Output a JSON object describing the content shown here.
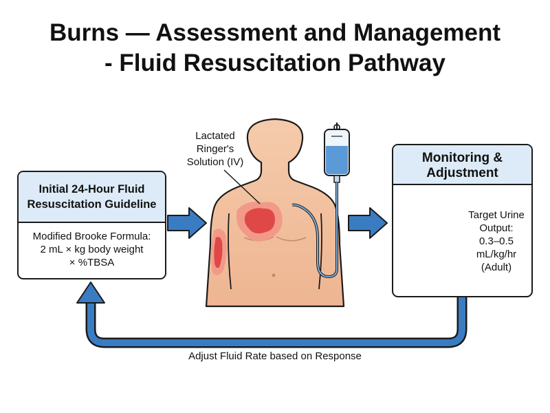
{
  "title": {
    "line1": "Burns — Assessment and Management",
    "line2": "- Fluid Resuscitation Pathway"
  },
  "initial_box": {
    "heading_line1": "Initial 24-Hour Fluid",
    "heading_line2": "Resuscitation Guideline",
    "body_line1": "Modified Brooke Formula:",
    "body_line2": "2 mL × kg body weight",
    "body_line3": "× %TBSA"
  },
  "iv_label": {
    "line1": "Lactated",
    "line2": "Ringer's",
    "line3": "Solution (IV)"
  },
  "monitoring_box": {
    "heading_line1": "Monitoring &",
    "heading_line2": "Adjustment",
    "target_line1": "Target Urine",
    "target_line2": "Output:",
    "target_line3": "0.3–0.5",
    "target_line4": "mL/kg/hr",
    "target_line5": "(Adult)"
  },
  "feedback_label": "Adjust Fluid Rate based on Response",
  "colors": {
    "arrow_blue": "#3a7cc2",
    "header_blue": "#dcebf7",
    "skin": "#f3c4a3",
    "burn_red": "#e04848",
    "iv_fluid": "#5a9ad6",
    "urine": "#f2b632"
  }
}
